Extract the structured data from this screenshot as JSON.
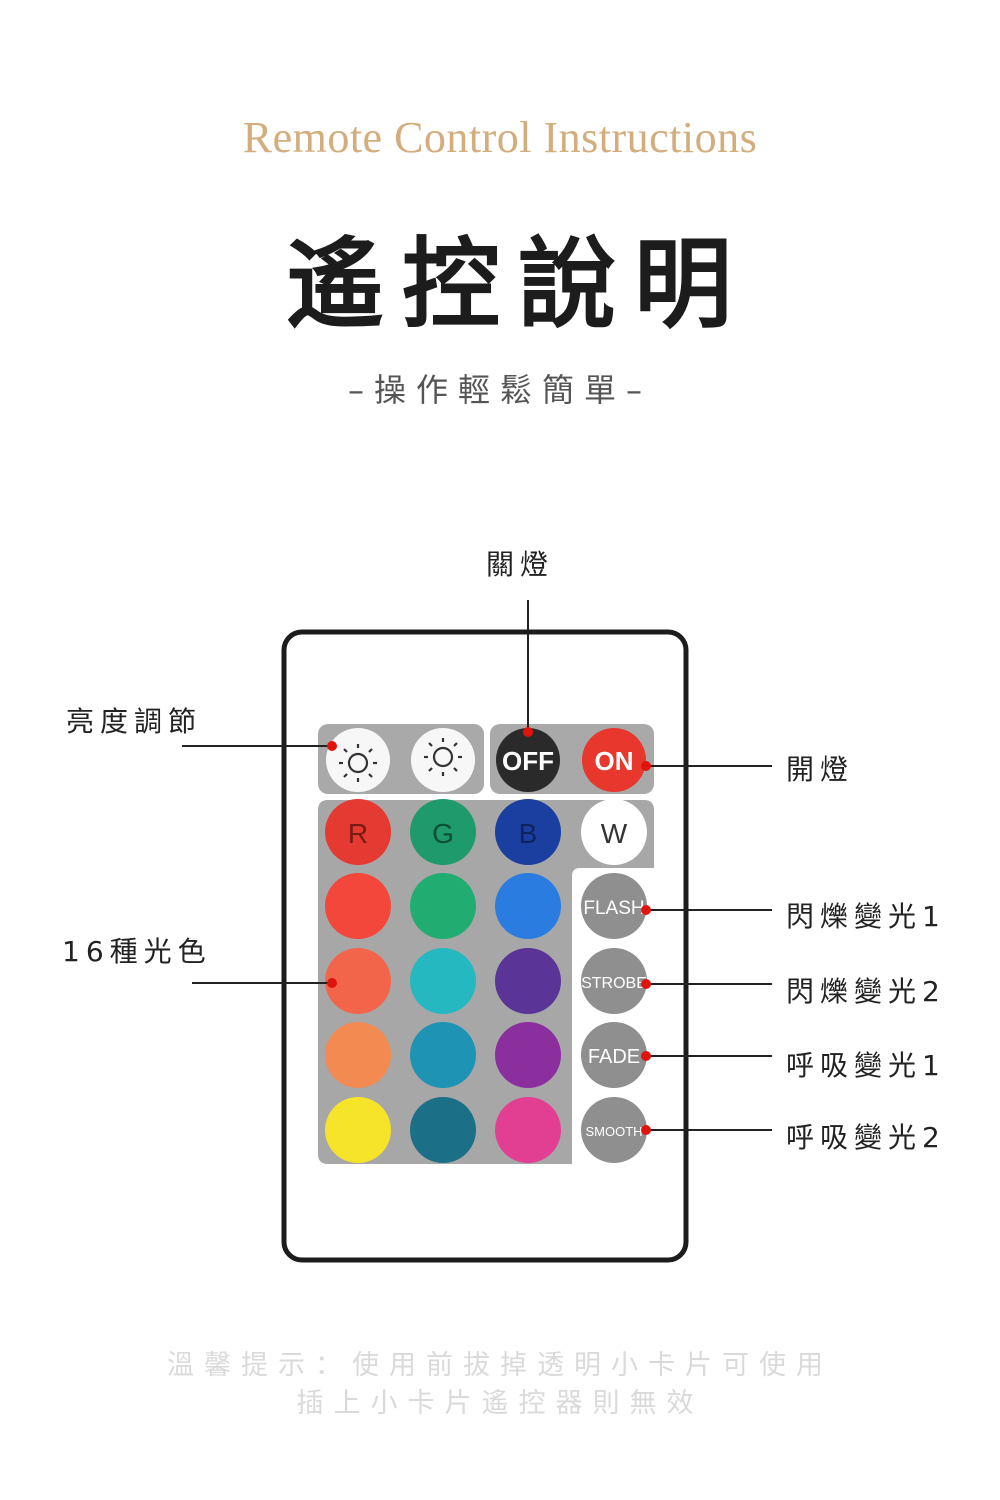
{
  "header": {
    "title_en": "Remote Control Instructions",
    "title_zh": "遙控說明",
    "subtitle": "–操作輕鬆簡單–"
  },
  "callouts": {
    "power_off": "關燈",
    "brightness": "亮度調節",
    "power_on": "開燈",
    "colors": "16種光色",
    "flash": "閃爍變光1",
    "strobe": "閃爍變光2",
    "fade": "呼吸變光1",
    "smooth": "呼吸變光2"
  },
  "remote": {
    "top_row": [
      "brightness-up-icon",
      "brightness-down-icon",
      "OFF",
      "ON"
    ],
    "rgbw_labels": [
      "R",
      "G",
      "B",
      "W"
    ],
    "mode_labels": [
      "FLASH",
      "STROBE",
      "FADE",
      "SMOOTH"
    ],
    "colors": {
      "off_button": "#2a2a2a",
      "on_button": "#e8382e",
      "panel": "#a7a7a7",
      "rows": [
        [
          "#e53a32",
          "#1f9a6c",
          "#1b3fa0",
          "#ffffff"
        ],
        [
          "#f2473a",
          "#21ad72",
          "#2a7ce0"
        ],
        [
          "#f3654a",
          "#25b8c0",
          "#5a3496"
        ],
        [
          "#f28a52",
          "#1f93b4",
          "#8c2f9e"
        ],
        [
          "#f6e42a",
          "#1b6f86",
          "#e23f93"
        ]
      ],
      "marker": "#e0140c",
      "accent_title": "#d4ad7c"
    }
  },
  "tip": {
    "line1": "溫馨提示：使用前拔掉透明小卡片可使用",
    "line2": "插上小卡片遙控器則無效"
  }
}
